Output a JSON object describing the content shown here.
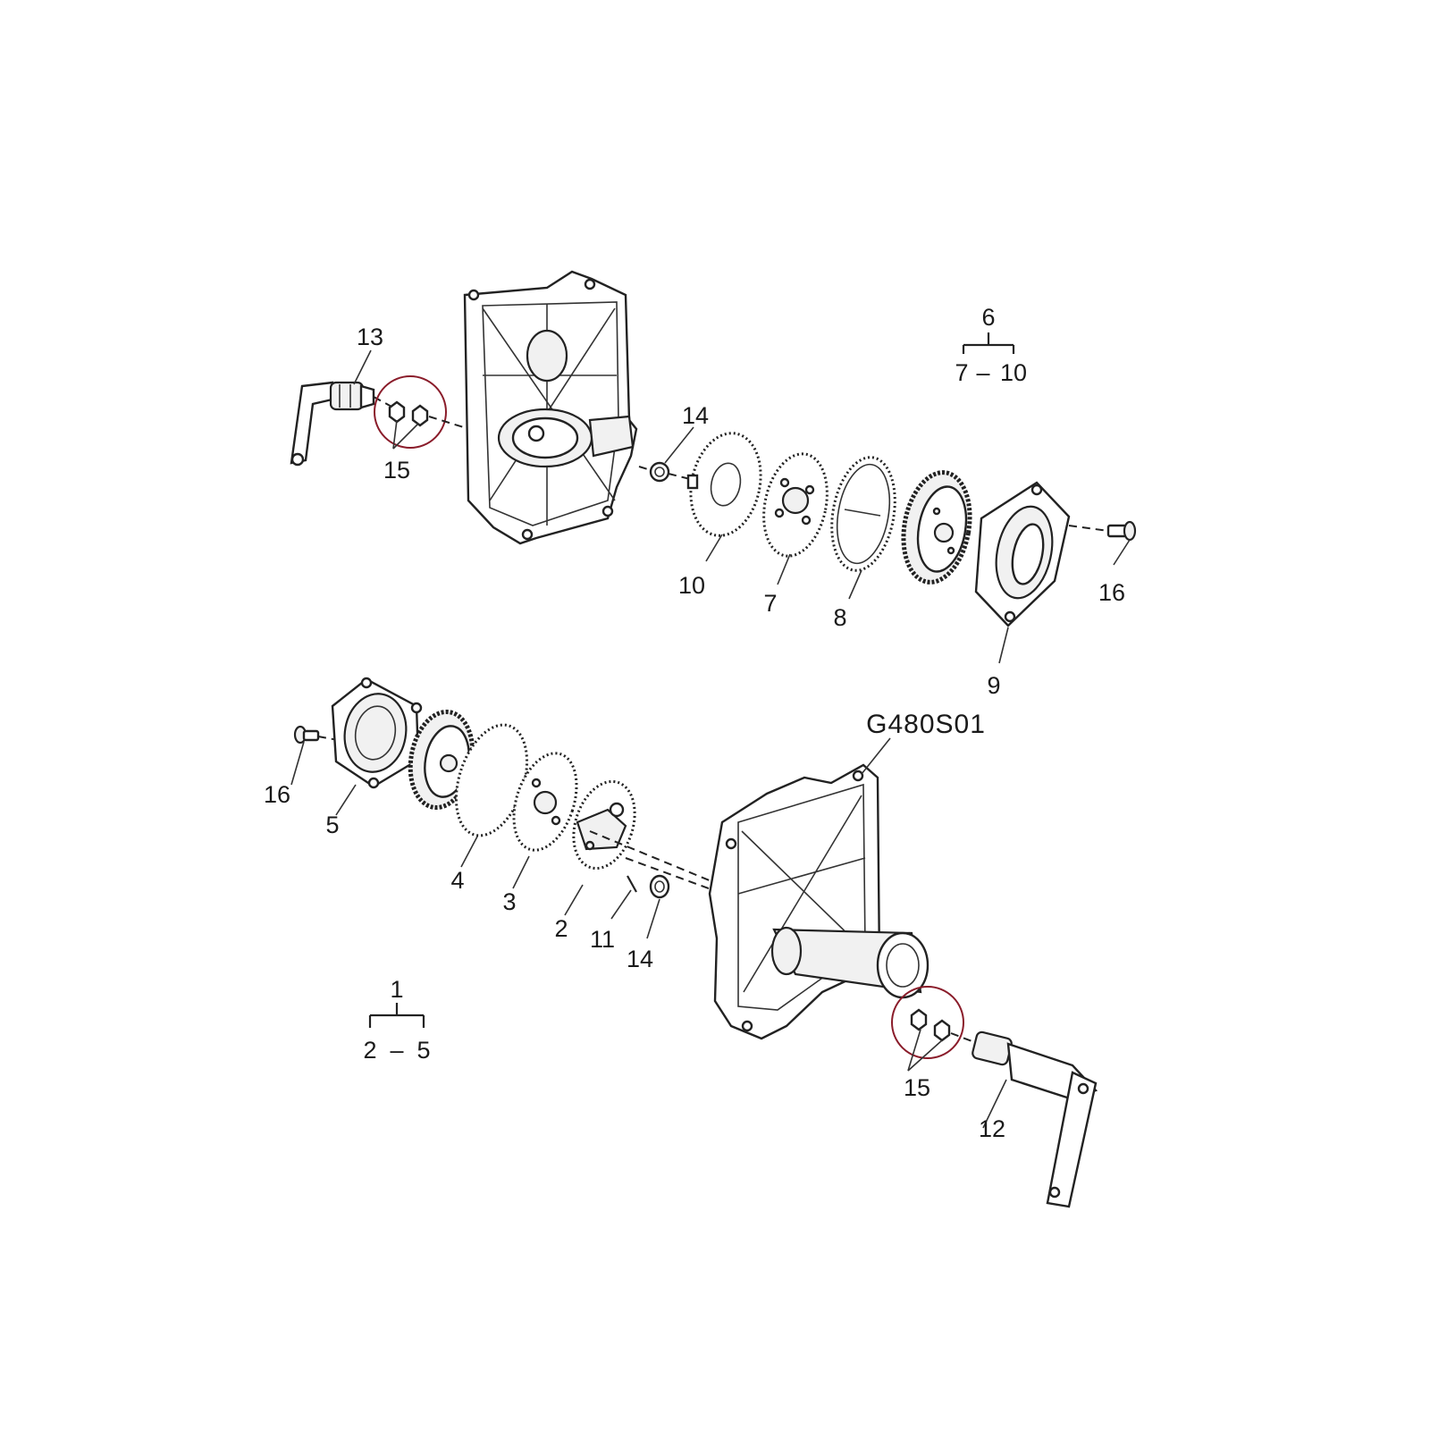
{
  "diagram": {
    "code": "G480S01",
    "labels": {
      "p1": "1",
      "p2": "2",
      "p3": "3",
      "p4": "4",
      "p5": "5",
      "p6": "6",
      "p7": "7",
      "p8": "8",
      "p9": "9",
      "p10": "10",
      "p11": "11",
      "p12": "12",
      "p13": "13",
      "p14a": "14",
      "p14b": "14",
      "p15a": "15",
      "p15b": "15",
      "p16a": "16",
      "p16b": "16",
      "p7b": "7",
      "p10b": "10"
    },
    "groups": {
      "top": {
        "parent": "6",
        "range_start": "7",
        "range_sep": "–",
        "range_end": "10"
      },
      "bottom": {
        "parent": "1",
        "range_start": "2",
        "range_sep": "–",
        "range_end": "5"
      }
    },
    "colors": {
      "line": "#222222",
      "highlight": "#8a1c2a",
      "background": "#ffffff"
    }
  }
}
